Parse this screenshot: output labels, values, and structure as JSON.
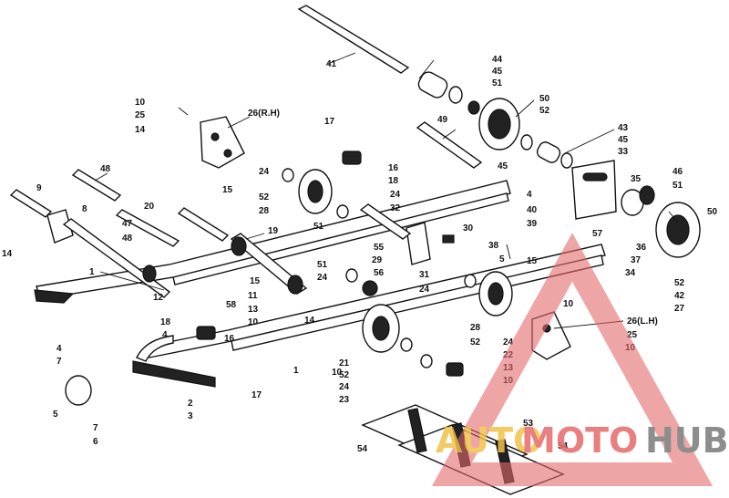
{
  "labels": [
    "41",
    "44",
    "45",
    "51",
    "50",
    "52",
    "43",
    "45",
    "33",
    "49",
    "10",
    "25",
    "14",
    "26(R.H)",
    "17",
    "16",
    "18",
    "15",
    "24",
    "52",
    "28",
    "51",
    "24",
    "32",
    "9",
    "8",
    "48",
    "20",
    "47",
    "48",
    "19",
    "14",
    "1",
    "12",
    "58",
    "15",
    "11",
    "13",
    "10",
    "14",
    "51",
    "24",
    "55",
    "56",
    "29",
    "30",
    "31",
    "24",
    "38",
    "5",
    "35",
    "46",
    "51",
    "50",
    "4",
    "40",
    "39",
    "57",
    "36",
    "37",
    "34",
    "15",
    "10",
    "52",
    "42",
    "27",
    "26(L.H)",
    "25",
    "10",
    "4",
    "7",
    "5",
    "6",
    "7",
    "4",
    "18",
    "16",
    "2",
    "3",
    "1",
    "17",
    "10",
    "52",
    "21",
    "24",
    "23",
    "28",
    "52",
    "24",
    "22",
    "13",
    "10",
    "53",
    "54",
    "54",
    "45"
  ],
  "watermark": {
    "brand_auto": "AUTO",
    "brand_moto": "MOTO",
    "brand_hub": "HUB",
    "color_triangle": "#e46a6a",
    "color_auto": "#f0c24a",
    "color_hub": "#7a7a7a"
  }
}
